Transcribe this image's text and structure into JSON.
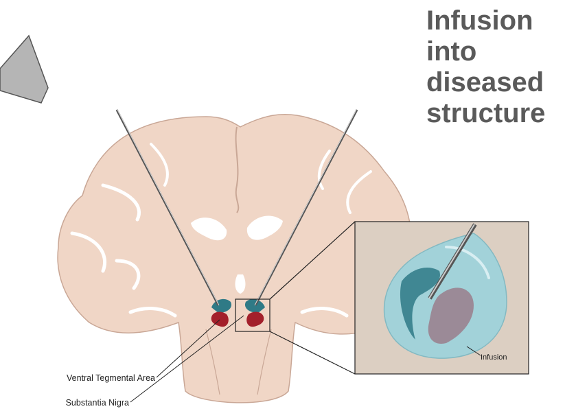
{
  "title": {
    "lines": [
      "Infusion",
      "into",
      "diseased",
      "structure"
    ]
  },
  "labels": {
    "vta": "Ventral Tegmental Area",
    "sn": "Substantia Nigra",
    "infusion": "Infusion"
  },
  "colors": {
    "tissue": "#f0d6c6",
    "tissue_outline": "#c9a796",
    "vta_teal": "#2f7a86",
    "sn_red": "#a3202b",
    "inset_bg": "#dccfc2",
    "infusion_blue": "#7fc4cf",
    "arrow_gray": "#b5b5b5",
    "title_gray": "#5a5a5a"
  },
  "icons": {
    "arrow": "up-pointing-arrow-icon",
    "needle": "cannula-icon"
  }
}
